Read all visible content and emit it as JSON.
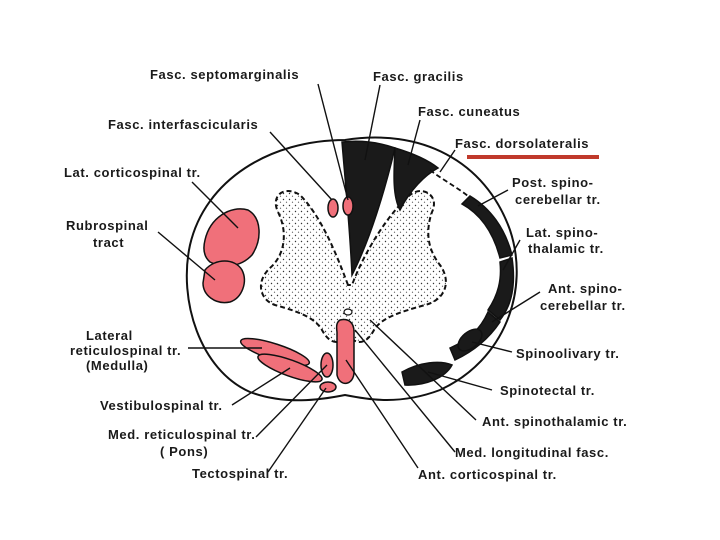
{
  "labels": {
    "septomarginalis": "Fasc.  septomarginalis",
    "gracilis": "Fasc.  gracilis",
    "cuneatus": "Fasc.  cuneatus",
    "interfascicularis": "Fasc.  interfascicularis",
    "dorsolateralis": "Fasc.  dorsolateralis",
    "lat_corticospinal": "Lat.  corticospinal  tr.",
    "post_spino_1": "Post.  spino-",
    "post_spino_2": "cerebellar  tr.",
    "rubrospinal_1": "Rubrospinal",
    "rubrospinal_2": "tract",
    "lat_spino_1": "Lat.  spino-",
    "lat_spino_2": "thalamic  tr.",
    "ant_spino_1": "Ant.  spino-",
    "ant_spino_2": "cerebellar  tr.",
    "lat_ret_1": "Lateral",
    "lat_ret_2": "reticulospinal  tr.",
    "lat_ret_3": "(Medulla)",
    "spinoolivary": "Spinoolivary  tr.",
    "spinotectal": "Spinotectal  tr.",
    "vestibulospinal": "Vestibulospinal  tr.",
    "ant_spinothalamic": "Ant.  spinothalamic  tr.",
    "med_ret_1": "Med.  reticulospinal  tr.",
    "med_ret_2": "( Pons)",
    "med_longitudinal": "Med.  longitudinal  fasc.",
    "tectospinal": "Tectospinal  tr.",
    "ant_corticospinal": "Ant.  corticospinal  tr."
  },
  "colors": {
    "descending": "#f0707a",
    "ascending": "#1a1a1a",
    "highlight_bar": "#c0392b"
  }
}
